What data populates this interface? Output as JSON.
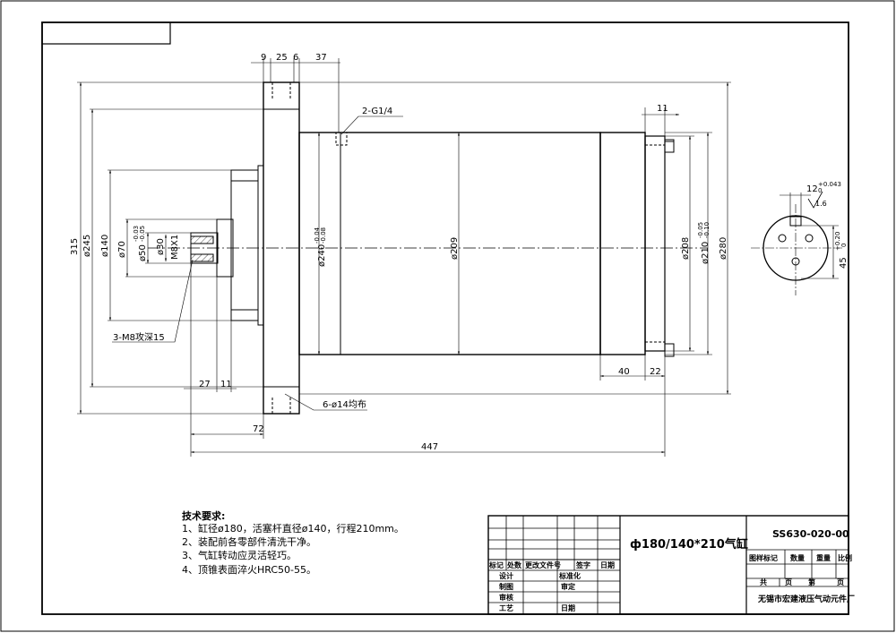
{
  "dimensions": {
    "d9": "9",
    "d25": "25",
    "d6": "6",
    "d37": "37",
    "port": "2-G1/4",
    "d11_top": "11",
    "d315": "315",
    "d245": "ø245",
    "d140": "ø140",
    "d70": "ø70",
    "d50": "ø50",
    "d50_tol_up": "-0.03",
    "d50_tol_low": "-0.05",
    "d30": "ø30",
    "m8x1": "M8X1",
    "d240": "ø240",
    "d240_tol_up": "-0.04",
    "d240_tol_low": "-0.08",
    "d209": "ø209",
    "d208": "ø208",
    "d210": "ø210",
    "d210_tol_up": "-0.05",
    "d210_tol_low": "-0.10",
    "d280": "ø280",
    "m8_holes": "3-M8攻深15",
    "d14_holes": "6-ø14均布",
    "d27": "27",
    "d11_bottom": "11",
    "d72": "72",
    "d447": "447",
    "d40": "40",
    "d22": "22"
  },
  "section": {
    "key_width": "12",
    "key_tol_up": "+0.043",
    "key_tol_low": "0",
    "roughness": "1.6",
    "depth": "45",
    "depth_tol_up": "+0.20",
    "depth_tol_low": "0"
  },
  "notes": {
    "title": "技术要求:",
    "items": [
      "1、缸径ø180，活塞杆直径ø140，行程210mm。",
      "2、装配前各零部件清洗干净。",
      "3、气缸转动应灵活轻巧。",
      "4、顶锥表面淬火HRC50-55。"
    ]
  },
  "titleblock": {
    "part_name": "ф180/140*210气缸",
    "drawing_no": "SS630-020-00",
    "rev_headers": [
      "标记",
      "处数",
      "更改文件号",
      "签字",
      "日期"
    ],
    "design": "设计",
    "standard": "标准化",
    "draw": "制图",
    "check": "审定",
    "review": "审核",
    "process": "工艺",
    "date": "日期",
    "sample_mark": "图样标记",
    "quantity": "数量",
    "weight": "重量",
    "scale": "比例",
    "total_label": "共",
    "sheet_unit": "页",
    "sheet_label": "第",
    "sheet_unit2": "页",
    "company": "无锡市宏建液压气动元件厂"
  }
}
